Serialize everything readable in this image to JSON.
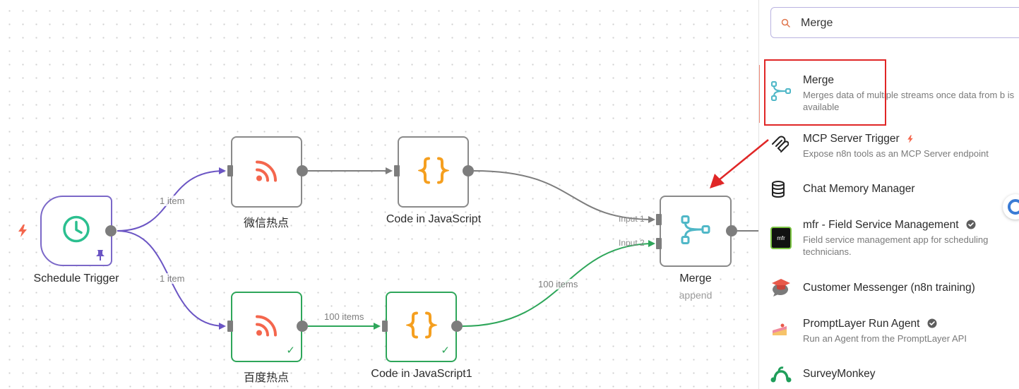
{
  "colors": {
    "trigger_edge": "#6b55c4",
    "success_edge": "#2ea65a",
    "default_edge": "#7d7d7d",
    "rss_icon": "#f4664d",
    "code_icon": "#f59f1f",
    "merge_icon": "#4fb7c7",
    "clock_icon": "#2bbf8f",
    "highlight": "#e02626"
  },
  "canvas": {
    "nodes": {
      "schedule_trigger": {
        "label": "Schedule Trigger",
        "icon": "clock-icon"
      },
      "wechat_hot": {
        "label": "微信热点",
        "icon": "rss-icon"
      },
      "code_js": {
        "label": "Code in JavaScript",
        "icon": "code-braces-icon"
      },
      "baidu_hot": {
        "label": "百度热点",
        "icon": "rss-icon"
      },
      "code_js1": {
        "label": "Code in JavaScript1",
        "icon": "code-braces-icon"
      },
      "merge": {
        "label": "Merge",
        "sub": "append",
        "icon": "merge-icon"
      }
    },
    "edge_labels": {
      "trigger_to_wechat": "1 item",
      "trigger_to_baidu": "1 item",
      "baidu_to_code1": "100 items",
      "code1_to_merge": "100 items"
    },
    "merge_inputs": {
      "input1": "Input 1",
      "input2": "Input 2"
    }
  },
  "panel": {
    "search": {
      "value": "Merge",
      "placeholder": ""
    },
    "results": [
      {
        "title": "Merge",
        "desc": "Merges data of multiple streams once data from b is available",
        "icon": "merge-icon"
      },
      {
        "title": "MCP Server Trigger",
        "desc": "Expose n8n tools as an MCP Server endpoint",
        "icon": "mcp-icon"
      },
      {
        "title": "Chat Memory Manager",
        "desc": "",
        "icon": "database-icon"
      },
      {
        "title": "mfr - Field Service Management",
        "desc": "Field service management app for scheduling technicians.",
        "icon": "mfr-logo-icon"
      },
      {
        "title": "Customer Messenger (n8n training)",
        "desc": "",
        "icon": "chat-grad-cap-icon"
      },
      {
        "title": "PromptLayer Run Agent",
        "desc": "Run an Agent from the PromptLayer API",
        "icon": "cake-icon"
      },
      {
        "title": "SurveyMonkey",
        "desc": "",
        "icon": "surveymonkey-icon"
      }
    ],
    "mfr_logo_text": "mfr"
  }
}
